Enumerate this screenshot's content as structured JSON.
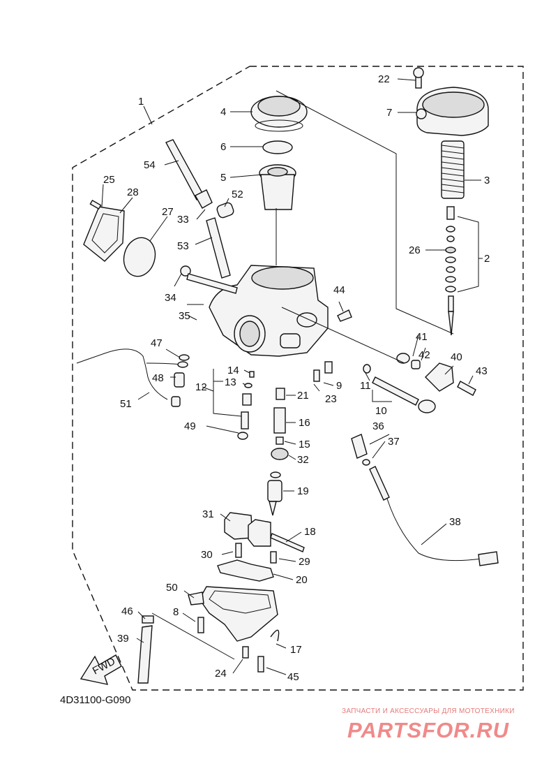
{
  "diagram": {
    "code": "4D31100-G090",
    "fwd_label": "FWD",
    "parts": [
      {
        "id": "1",
        "label": "1"
      },
      {
        "id": "2",
        "label": "2"
      },
      {
        "id": "3",
        "label": "3"
      },
      {
        "id": "4",
        "label": "4"
      },
      {
        "id": "5",
        "label": "5"
      },
      {
        "id": "6",
        "label": "6"
      },
      {
        "id": "7",
        "label": "7"
      },
      {
        "id": "8",
        "label": "8"
      },
      {
        "id": "9",
        "label": "9"
      },
      {
        "id": "10",
        "label": "10"
      },
      {
        "id": "11",
        "label": "11"
      },
      {
        "id": "12",
        "label": "12"
      },
      {
        "id": "13",
        "label": "13"
      },
      {
        "id": "14",
        "label": "14"
      },
      {
        "id": "15",
        "label": "15"
      },
      {
        "id": "16",
        "label": "16"
      },
      {
        "id": "17",
        "label": "17"
      },
      {
        "id": "18",
        "label": "18"
      },
      {
        "id": "19",
        "label": "19"
      },
      {
        "id": "20",
        "label": "20"
      },
      {
        "id": "21",
        "label": "21"
      },
      {
        "id": "22",
        "label": "22"
      },
      {
        "id": "23",
        "label": "23"
      },
      {
        "id": "24",
        "label": "24"
      },
      {
        "id": "25",
        "label": "25"
      },
      {
        "id": "26",
        "label": "26"
      },
      {
        "id": "27",
        "label": "27"
      },
      {
        "id": "28",
        "label": "28"
      },
      {
        "id": "29",
        "label": "29"
      },
      {
        "id": "30",
        "label": "30"
      },
      {
        "id": "31",
        "label": "31"
      },
      {
        "id": "32",
        "label": "32"
      },
      {
        "id": "33",
        "label": "33"
      },
      {
        "id": "34",
        "label": "34"
      },
      {
        "id": "35",
        "label": "35"
      },
      {
        "id": "36",
        "label": "36"
      },
      {
        "id": "37",
        "label": "37"
      },
      {
        "id": "38",
        "label": "38"
      },
      {
        "id": "39",
        "label": "39"
      },
      {
        "id": "40",
        "label": "40"
      },
      {
        "id": "41",
        "label": "41"
      },
      {
        "id": "42",
        "label": "42"
      },
      {
        "id": "43",
        "label": "43"
      },
      {
        "id": "44",
        "label": "44"
      },
      {
        "id": "45",
        "label": "45"
      },
      {
        "id": "46",
        "label": "46"
      },
      {
        "id": "47",
        "label": "47"
      },
      {
        "id": "48",
        "label": "48"
      },
      {
        "id": "49",
        "label": "49"
      },
      {
        "id": "50",
        "label": "50"
      },
      {
        "id": "51",
        "label": "51"
      },
      {
        "id": "52",
        "label": "52"
      },
      {
        "id": "53",
        "label": "53"
      },
      {
        "id": "54",
        "label": "54"
      }
    ]
  },
  "watermark": {
    "tagline": "ЗАПЧАСТИ И АКСЕССУАРЫ ДЛЯ МОТОТЕХНИКИ",
    "logo": "PARTSFOR.RU",
    "color": "#f08a8a"
  }
}
